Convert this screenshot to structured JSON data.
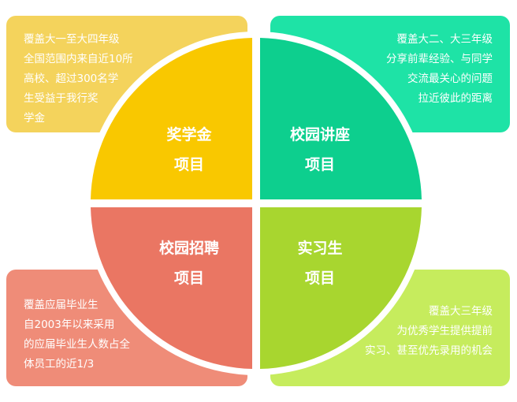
{
  "quadrants": {
    "scholarship": {
      "title_line1": "奖学金",
      "title_line2": "项目",
      "color": "#f9c800",
      "card_color": "#f4d35c",
      "desc": [
        "覆盖大一至大四年级",
        "全国范围内来自近10所",
        "高校、超过300名学",
        "生受益于我行奖",
        "学金"
      ]
    },
    "lecture": {
      "title_line1": "校园讲座",
      "title_line2": "项目",
      "color": "#0dcf8e",
      "card_color": "#1ee3a6",
      "desc": [
        "覆盖大二、大三年级",
        "分享前辈经验、与同学",
        "交流最关心的问题",
        "拉近彼此的距离"
      ]
    },
    "recruitment": {
      "title_line1": "校园招聘",
      "title_line2": "项目",
      "color": "#ea7663",
      "card_color": "#ef8c78",
      "desc": [
        "覆盖应届毕业生",
        "自2003年以来采用",
        "的应届毕业生人数占全",
        "体员工的近1/3"
      ]
    },
    "internship": {
      "title_line1": "实习生",
      "title_line2": "项目",
      "color": "#a8d62f",
      "card_color": "#c6ec5d",
      "desc": [
        "覆盖大三年级",
        "为优秀学生提供提前",
        "实习、甚至优先录用的机会"
      ]
    }
  }
}
